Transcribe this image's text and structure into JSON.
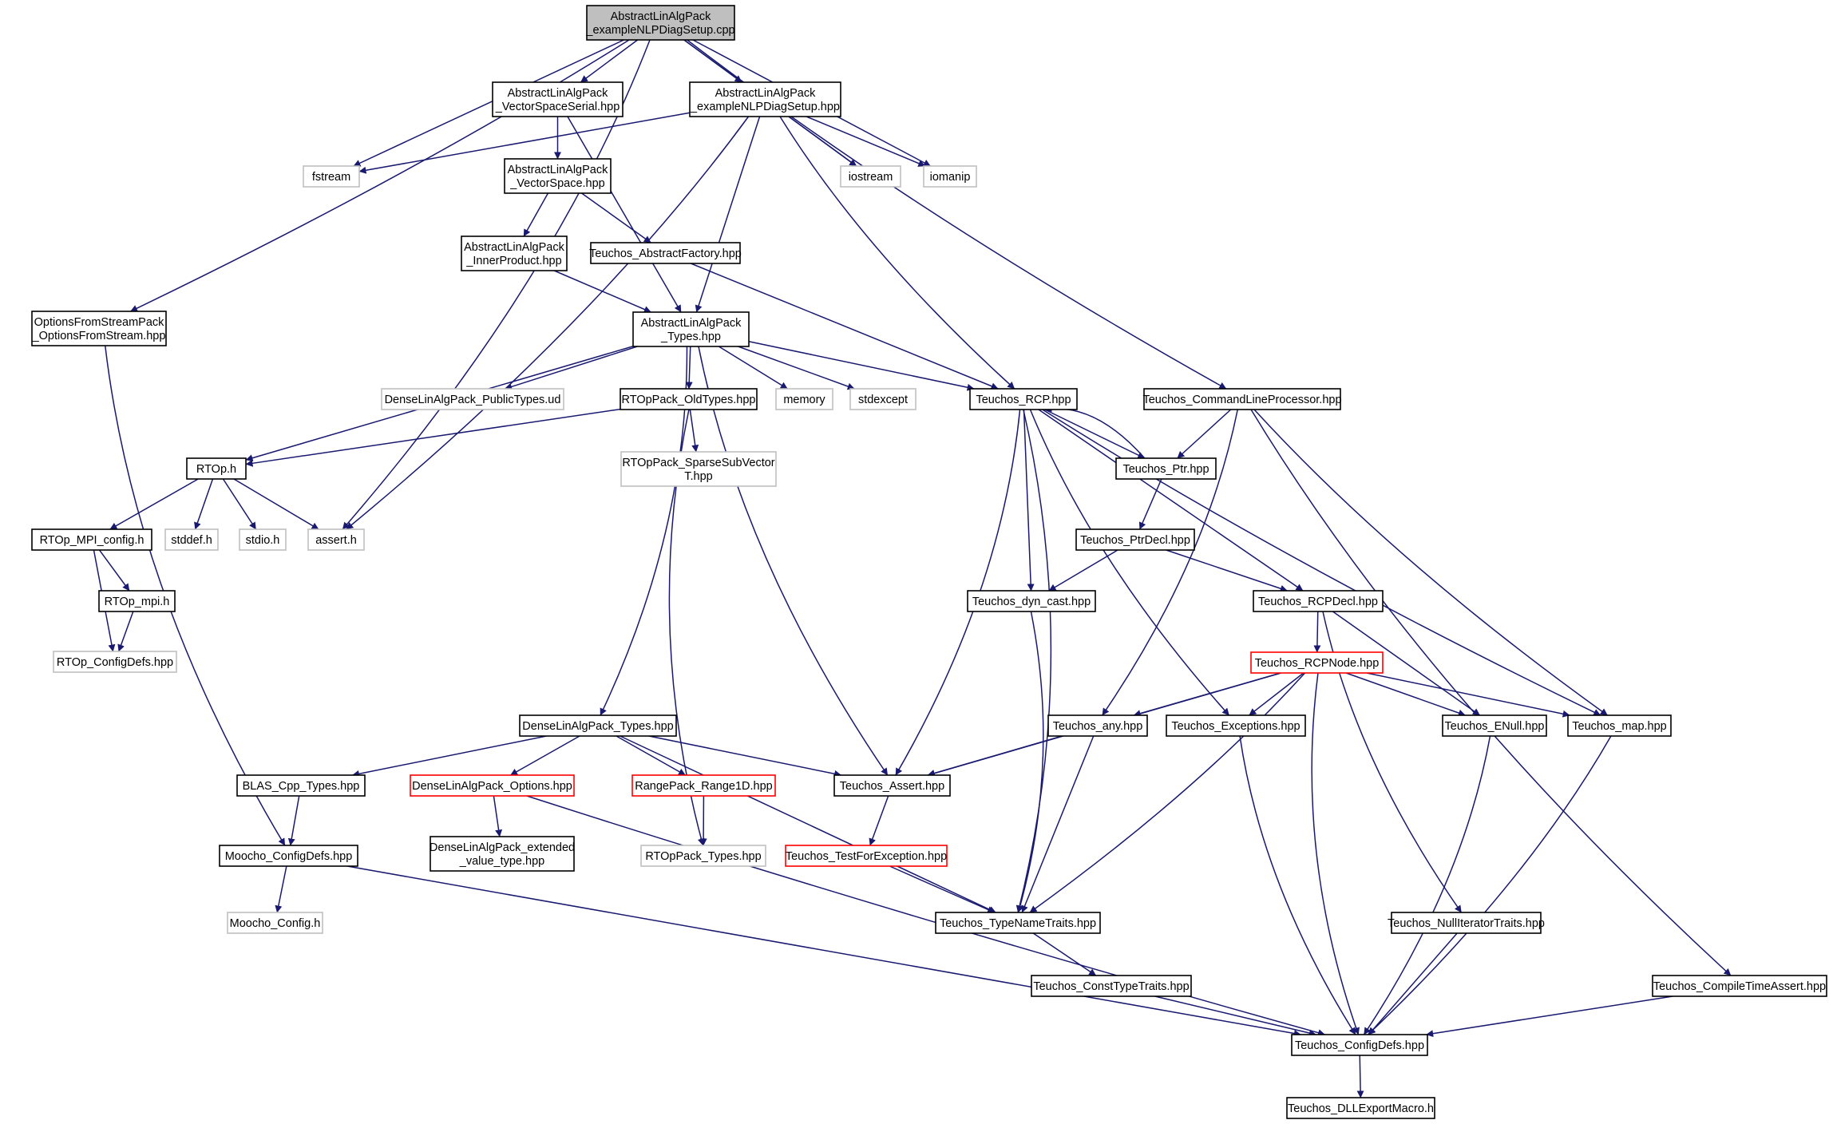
{
  "colors": {
    "edge": "#191970",
    "normal_border": "#000000",
    "external_border": "#bfbfbf",
    "truncated_border": "#ff0000",
    "root_fill": "#bfbfbf",
    "node_fill": "#ffffff",
    "text": "#000000"
  },
  "diagram": {
    "nodes": [
      {
        "id": "root",
        "style": "root",
        "lines": [
          "AbstractLinAlgPack",
          "_exampleNLPDiagSetup.cpp"
        ]
      },
      {
        "id": "vss",
        "style": "normal",
        "lines": [
          "AbstractLinAlgPack",
          "_VectorSpaceSerial.hpp"
        ]
      },
      {
        "id": "exh",
        "style": "normal",
        "lines": [
          "AbstractLinAlgPack",
          "_exampleNLPDiagSetup.hpp"
        ]
      },
      {
        "id": "fstream",
        "style": "external",
        "lines": [
          "fstream"
        ]
      },
      {
        "id": "vs",
        "style": "normal",
        "lines": [
          "AbstractLinAlgPack",
          "_VectorSpace.hpp"
        ]
      },
      {
        "id": "iostream",
        "style": "external",
        "lines": [
          "iostream"
        ]
      },
      {
        "id": "iomanip",
        "style": "external",
        "lines": [
          "iomanip"
        ]
      },
      {
        "id": "ip",
        "style": "normal",
        "lines": [
          "AbstractLinAlgPack",
          "_InnerProduct.hpp"
        ]
      },
      {
        "id": "af",
        "style": "normal",
        "lines": [
          "Teuchos_AbstractFactory.hpp"
        ]
      },
      {
        "id": "ofs",
        "style": "normal",
        "lines": [
          "OptionsFromStreamPack",
          "_OptionsFromStream.hpp"
        ]
      },
      {
        "id": "alat",
        "style": "normal",
        "lines": [
          "AbstractLinAlgPack",
          "_Types.hpp"
        ]
      },
      {
        "id": "dlpt",
        "style": "external",
        "lines": [
          "DenseLinAlgPack_PublicTypes.ud"
        ]
      },
      {
        "id": "rold",
        "style": "normal",
        "lines": [
          "RTOpPack_OldTypes.hpp"
        ]
      },
      {
        "id": "memory",
        "style": "external",
        "lines": [
          "memory"
        ]
      },
      {
        "id": "stdexcept",
        "style": "external",
        "lines": [
          "stdexcept"
        ]
      },
      {
        "id": "rcp",
        "style": "normal",
        "lines": [
          "Teuchos_RCP.hpp"
        ]
      },
      {
        "id": "clp",
        "style": "normal",
        "lines": [
          "Teuchos_CommandLineProcessor.hpp"
        ]
      },
      {
        "id": "rtoph",
        "style": "normal",
        "lines": [
          "RTOp.h"
        ]
      },
      {
        "id": "rssv",
        "style": "external",
        "lines": [
          "RTOpPack_SparseSubVector",
          "T.hpp"
        ]
      },
      {
        "id": "ptr",
        "style": "normal",
        "lines": [
          "Teuchos_Ptr.hpp"
        ]
      },
      {
        "id": "mpicfg",
        "style": "normal",
        "lines": [
          "RTOp_MPI_config.h"
        ]
      },
      {
        "id": "stddef",
        "style": "external",
        "lines": [
          "stddef.h"
        ]
      },
      {
        "id": "stdio",
        "style": "external",
        "lines": [
          "stdio.h"
        ]
      },
      {
        "id": "asserth",
        "style": "external",
        "lines": [
          "assert.h"
        ]
      },
      {
        "id": "ptrdecl",
        "style": "normal",
        "lines": [
          "Teuchos_PtrDecl.hpp"
        ]
      },
      {
        "id": "rtmpi",
        "style": "normal",
        "lines": [
          "RTOp_mpi.h"
        ]
      },
      {
        "id": "dyncast",
        "style": "normal",
        "lines": [
          "Teuchos_dyn_cast.hpp"
        ]
      },
      {
        "id": "rcpdecl",
        "style": "normal",
        "lines": [
          "Teuchos_RCPDecl.hpp"
        ]
      },
      {
        "id": "rtcfg",
        "style": "external",
        "lines": [
          "RTOp_ConfigDefs.hpp"
        ]
      },
      {
        "id": "rcpnode",
        "style": "truncated",
        "lines": [
          "Teuchos_RCPNode.hpp"
        ]
      },
      {
        "id": "dlat",
        "style": "normal",
        "lines": [
          "DenseLinAlgPack_Types.hpp"
        ]
      },
      {
        "id": "any",
        "style": "normal",
        "lines": [
          "Teuchos_any.hpp"
        ]
      },
      {
        "id": "exc",
        "style": "normal",
        "lines": [
          "Teuchos_Exceptions.hpp"
        ]
      },
      {
        "id": "enull",
        "style": "normal",
        "lines": [
          "Teuchos_ENull.hpp"
        ]
      },
      {
        "id": "map",
        "style": "normal",
        "lines": [
          "Teuchos_map.hpp"
        ]
      },
      {
        "id": "blas",
        "style": "normal",
        "lines": [
          "BLAS_Cpp_Types.hpp"
        ]
      },
      {
        "id": "dlopt",
        "style": "truncated",
        "lines": [
          "DenseLinAlgPack_Options.hpp"
        ]
      },
      {
        "id": "range",
        "style": "truncated",
        "lines": [
          "RangePack_Range1D.hpp"
        ]
      },
      {
        "id": "tassert",
        "style": "normal",
        "lines": [
          "Teuchos_Assert.hpp"
        ]
      },
      {
        "id": "mcfg",
        "style": "normal",
        "lines": [
          "Moocho_ConfigDefs.hpp"
        ]
      },
      {
        "id": "dlevt",
        "style": "normal",
        "lines": [
          "DenseLinAlgPack_extended",
          "_value_type.hpp"
        ]
      },
      {
        "id": "rtypes",
        "style": "external",
        "lines": [
          "RTOpPack_Types.hpp"
        ]
      },
      {
        "id": "tfe",
        "style": "truncated",
        "lines": [
          "Teuchos_TestForException.hpp"
        ]
      },
      {
        "id": "mconf",
        "style": "external",
        "lines": [
          "Moocho_Config.h"
        ]
      },
      {
        "id": "tnt",
        "style": "normal",
        "lines": [
          "Teuchos_TypeNameTraits.hpp"
        ]
      },
      {
        "id": "nit",
        "style": "normal",
        "lines": [
          "Teuchos_NullIteratorTraits.hpp"
        ]
      },
      {
        "id": "ctt",
        "style": "normal",
        "lines": [
          "Teuchos_ConstTypeTraits.hpp"
        ]
      },
      {
        "id": "cta",
        "style": "normal",
        "lines": [
          "Teuchos_CompileTimeAssert.hpp"
        ]
      },
      {
        "id": "tcfg",
        "style": "normal",
        "lines": [
          "Teuchos_ConfigDefs.hpp"
        ]
      },
      {
        "id": "dll",
        "style": "normal",
        "lines": [
          "Teuchos_DLLExportMacro.h"
        ]
      }
    ],
    "edges": [
      [
        "root",
        "vss"
      ],
      [
        "root",
        "exh"
      ],
      [
        "root",
        "fstream"
      ],
      [
        "root",
        "iostream"
      ],
      [
        "root",
        "iomanip"
      ],
      [
        "root",
        "ofs"
      ],
      [
        "root",
        "asserth"
      ],
      [
        "root",
        "clp"
      ],
      [
        "vss",
        "vs"
      ],
      [
        "vss",
        "alat"
      ],
      [
        "exh",
        "fstream"
      ],
      [
        "exh",
        "iostream"
      ],
      [
        "exh",
        "iomanip"
      ],
      [
        "exh",
        "alat"
      ],
      [
        "exh",
        "rcp"
      ],
      [
        "exh",
        "asserth"
      ],
      [
        "vs",
        "ip"
      ],
      [
        "vs",
        "af"
      ],
      [
        "ip",
        "alat"
      ],
      [
        "af",
        "rcp"
      ],
      [
        "ofs",
        "mcfg"
      ],
      [
        "alat",
        "rtoph"
      ],
      [
        "alat",
        "dlpt"
      ],
      [
        "alat",
        "rold"
      ],
      [
        "alat",
        "memory"
      ],
      [
        "alat",
        "stdexcept"
      ],
      [
        "alat",
        "rcp"
      ],
      [
        "alat",
        "tassert"
      ],
      [
        "alat",
        "dlat"
      ],
      [
        "rold",
        "rtoph"
      ],
      [
        "rold",
        "rssv"
      ],
      [
        "rold",
        "rtypes"
      ],
      [
        "rtoph",
        "mpicfg"
      ],
      [
        "rtoph",
        "stddef"
      ],
      [
        "rtoph",
        "stdio"
      ],
      [
        "rtoph",
        "asserth"
      ],
      [
        "mpicfg",
        "rtmpi"
      ],
      [
        "mpicfg",
        "rtcfg"
      ],
      [
        "rtmpi",
        "rtcfg"
      ],
      [
        "rcp",
        "ptr"
      ],
      [
        "rcp",
        "dyncast"
      ],
      [
        "rcp",
        "rcpdecl"
      ],
      [
        "rcp",
        "exc"
      ],
      [
        "rcp",
        "map"
      ],
      [
        "rcp",
        "tassert"
      ],
      [
        "rcp",
        "tnt"
      ],
      [
        "ptr",
        "rcp"
      ],
      [
        "ptr",
        "ptrdecl"
      ],
      [
        "clp",
        "ptr"
      ],
      [
        "clp",
        "any"
      ],
      [
        "clp",
        "map"
      ],
      [
        "clp",
        "cta"
      ],
      [
        "ptrdecl",
        "dyncast"
      ],
      [
        "ptrdecl",
        "rcpdecl"
      ],
      [
        "dyncast",
        "tnt"
      ],
      [
        "rcpdecl",
        "rcpnode"
      ],
      [
        "rcpdecl",
        "enull"
      ],
      [
        "rcpdecl",
        "nit"
      ],
      [
        "rcpnode",
        "any"
      ],
      [
        "rcpnode",
        "exc"
      ],
      [
        "rcpnode",
        "enull"
      ],
      [
        "rcpnode",
        "map"
      ],
      [
        "rcpnode",
        "tassert"
      ],
      [
        "rcpnode",
        "tnt"
      ],
      [
        "rcpnode",
        "tcfg"
      ],
      [
        "dlat",
        "blas"
      ],
      [
        "dlat",
        "dlopt"
      ],
      [
        "dlat",
        "range"
      ],
      [
        "dlat",
        "tassert"
      ],
      [
        "dlat",
        "tnt"
      ],
      [
        "any",
        "tassert"
      ],
      [
        "any",
        "tnt"
      ],
      [
        "exc",
        "tcfg"
      ],
      [
        "enull",
        "tcfg"
      ],
      [
        "map",
        "tcfg"
      ],
      [
        "blas",
        "mcfg"
      ],
      [
        "dlopt",
        "dlevt"
      ],
      [
        "dlopt",
        "tcfg"
      ],
      [
        "range",
        "rtypes"
      ],
      [
        "tassert",
        "tfe"
      ],
      [
        "tfe",
        "tnt"
      ],
      [
        "mcfg",
        "mconf"
      ],
      [
        "mcfg",
        "tcfg"
      ],
      [
        "tnt",
        "ctt"
      ],
      [
        "ctt",
        "tcfg"
      ],
      [
        "nit",
        "tcfg"
      ],
      [
        "cta",
        "tcfg"
      ],
      [
        "tcfg",
        "dll"
      ]
    ]
  }
}
